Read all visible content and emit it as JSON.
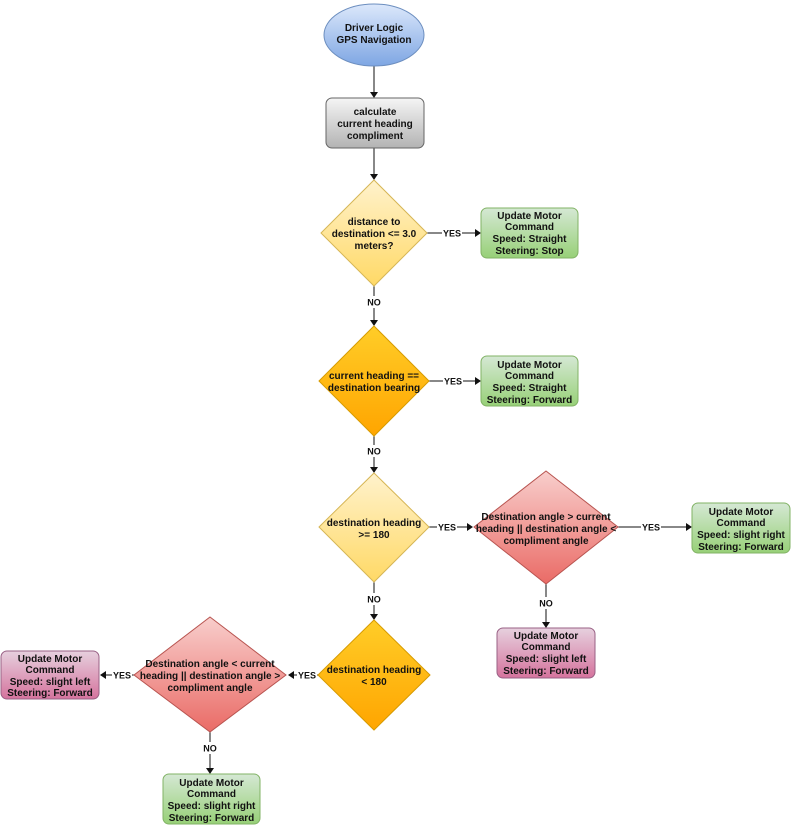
{
  "start": {
    "lines": [
      "Driver Logic",
      "GPS Navigation"
    ],
    "fill_top": "#dce8fb",
    "fill_bottom": "#7ea6e3",
    "stroke": "#6c8ebf"
  },
  "process": {
    "lines": [
      "calculate",
      "current heading",
      "compliment"
    ],
    "fill_top": "#f5f5f5",
    "fill_bottom": "#b3b3b3",
    "stroke": "#666666"
  },
  "decisions": {
    "d1": {
      "lines": [
        "distance to",
        "destination <= 3.0",
        "meters?"
      ]
    },
    "d2": {
      "lines": [
        "current heading ==",
        "destination bearing"
      ]
    },
    "d3": {
      "lines": [
        "destination heading",
        ">= 180"
      ]
    },
    "d4": {
      "lines": [
        "Destination angle > current",
        "heading || destination angle <",
        "compliment angle"
      ]
    },
    "d5": {
      "lines": [
        "destination heading",
        "< 180"
      ]
    },
    "d6": {
      "lines": [
        "Destination angle < current",
        "heading || destination angle >",
        "compliment angle"
      ]
    }
  },
  "actions": {
    "a1": {
      "lines": [
        "Update Motor",
        "Command",
        "Speed: Straight",
        "Steering: Stop"
      ],
      "kind": "green"
    },
    "a2": {
      "lines": [
        "Update Motor",
        "Command",
        "Speed: Straight",
        "Steering: Forward"
      ],
      "kind": "green"
    },
    "a3": {
      "lines": [
        "Update Motor",
        "Command",
        "Speed: slight right",
        "Steering: Forward"
      ],
      "kind": "green"
    },
    "a4": {
      "lines": [
        "Update Motor",
        "Command",
        "Speed: slight left",
        "Steering: Forward"
      ],
      "kind": "pink"
    },
    "a5": {
      "lines": [
        "Update Motor",
        "Command",
        "Speed: slight left",
        "Steering: Forward"
      ],
      "kind": "pink"
    },
    "a6": {
      "lines": [
        "Update Motor",
        "Command",
        "Speed: slight right",
        "Steering: Forward"
      ],
      "kind": "green"
    }
  },
  "edge_labels": {
    "yes": "YES",
    "no": "NO"
  },
  "colors": {
    "yellow_top": "#fff2cc",
    "yellow_bottom": "#ffd966",
    "yellow_stroke": "#d6b656",
    "orange_top": "#ffcd28",
    "orange_bottom": "#ffa500",
    "orange_stroke": "#d79b00",
    "red_top": "#f8cecc",
    "red_bottom": "#ea6b66",
    "red_stroke": "#b85450",
    "green_top": "#d5e8d4",
    "green_bottom": "#97d077",
    "green_stroke": "#82b366",
    "pink_top": "#e6d0de",
    "pink_bottom": "#d5739d",
    "pink_stroke": "#996185"
  }
}
